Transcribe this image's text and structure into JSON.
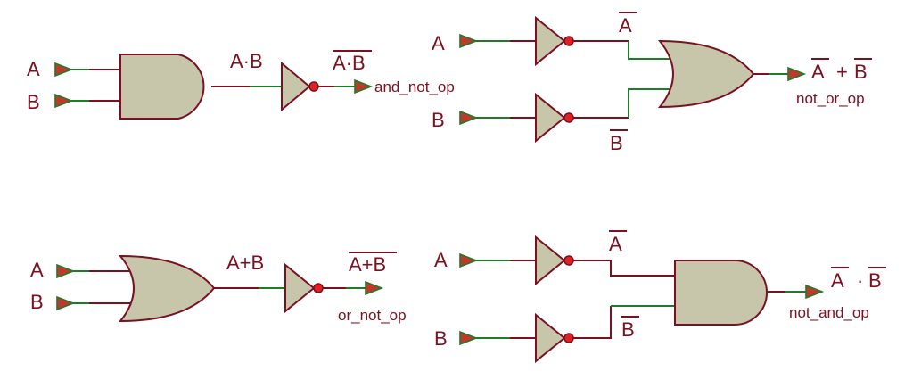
{
  "circuits": {
    "and_not": {
      "input_a": "A",
      "input_b": "B",
      "mid_label": "A·B",
      "out_expr": "A·B",
      "out_name": "and_not_op"
    },
    "not_or": {
      "input_a": "A",
      "input_b": "B",
      "not_a": "A",
      "not_b": "B",
      "out_a": "A",
      "out_op": "+",
      "out_b": "B",
      "out_name": "not_or_op"
    },
    "or_not": {
      "input_a": "A",
      "input_b": "B",
      "mid_label": "A+B",
      "out_expr": "A+B",
      "out_name": "or_not_op"
    },
    "not_and": {
      "input_a": "A",
      "input_b": "B",
      "not_a": "A",
      "not_b": "B",
      "out_a": "A",
      "out_op": "·",
      "out_b": "B",
      "out_name": "not_and_op"
    }
  },
  "colors": {
    "gate_fill": "#c8c6aa",
    "wire_red": "#7a1020",
    "wire_green": "#1f7a2a",
    "terminal": "#c0392b"
  }
}
